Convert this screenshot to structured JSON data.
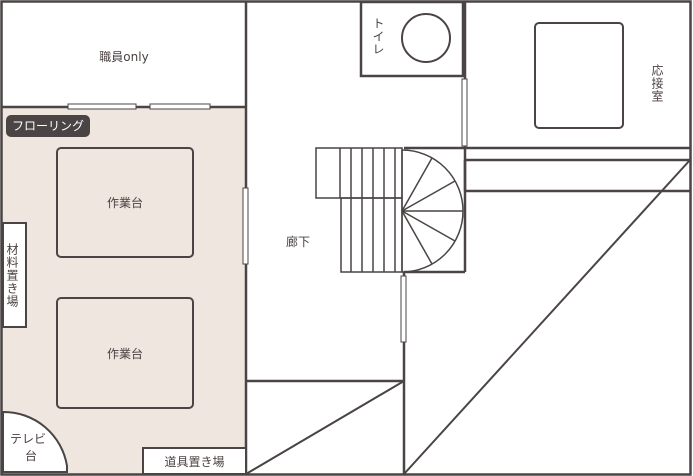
{
  "rooms": {
    "staff_only": "職員only",
    "flooring": "フローリング",
    "workbench_1": "作業台",
    "workbench_2": "作業台",
    "materials": "材料置き場",
    "tv_stand_line1": "テレビ",
    "tv_stand_line2": "台",
    "tool_storage": "道具置き場",
    "corridor": "廊下",
    "toilet": "トイレ",
    "reception": "応接室"
  },
  "colors": {
    "wall": "#4a4444",
    "floor": "#efe6e0",
    "background": "#ffffff"
  }
}
